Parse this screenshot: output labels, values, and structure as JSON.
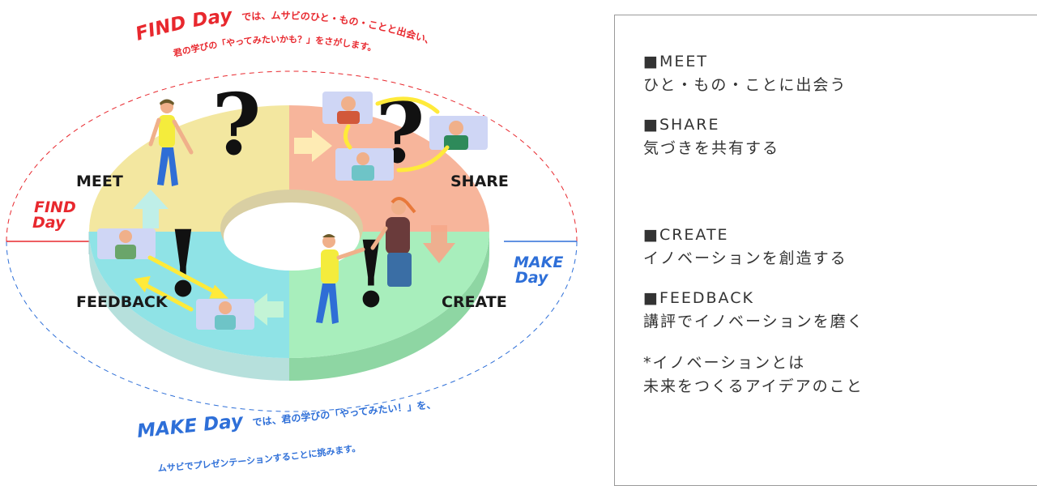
{
  "diagram": {
    "find_banner": {
      "brand": "FIND Day",
      "line1": "では、ムサビのひと・もの・ことと出会い、",
      "line2": "君の学びの「やってみたいかも？」をさがします。"
    },
    "make_banner": {
      "brand": "MAKE Day",
      "line1": "では、君の学びの「やってみたい！」を、",
      "line2": "ムサビでプレゼンテーションすることに挑みます。"
    },
    "side_labels": {
      "find_line1": "FIND",
      "find_line2": "Day",
      "make_line1": "MAKE",
      "make_line2": "Day"
    },
    "quadrants": [
      {
        "label": "MEET",
        "color": "#f3e7a0"
      },
      {
        "label": "SHARE",
        "color": "#f7b59b"
      },
      {
        "label": "CREATE",
        "color": "#a8eebc"
      },
      {
        "label": "FEEDBACK",
        "color": "#8fe3e6"
      }
    ],
    "symbols": {
      "question": "?",
      "exclamation": "!"
    },
    "colors": {
      "find_red": "#e8282e",
      "make_blue": "#2e6fd8",
      "yellow_arrow": "#ffea3a"
    }
  },
  "legend": {
    "items": [
      {
        "title": "■MEET",
        "desc": "ひと・もの・ことに出会う"
      },
      {
        "title": "■SHARE",
        "desc": "気づきを共有する"
      },
      {
        "title": "■CREATE",
        "desc": "イノベーションを創造する"
      },
      {
        "title": "■FEEDBACK",
        "desc": "講評でイノベーションを磨く"
      }
    ],
    "note_line1": "*イノベーションとは",
    "note_line2": "未来をつくるアイデアのこと"
  }
}
